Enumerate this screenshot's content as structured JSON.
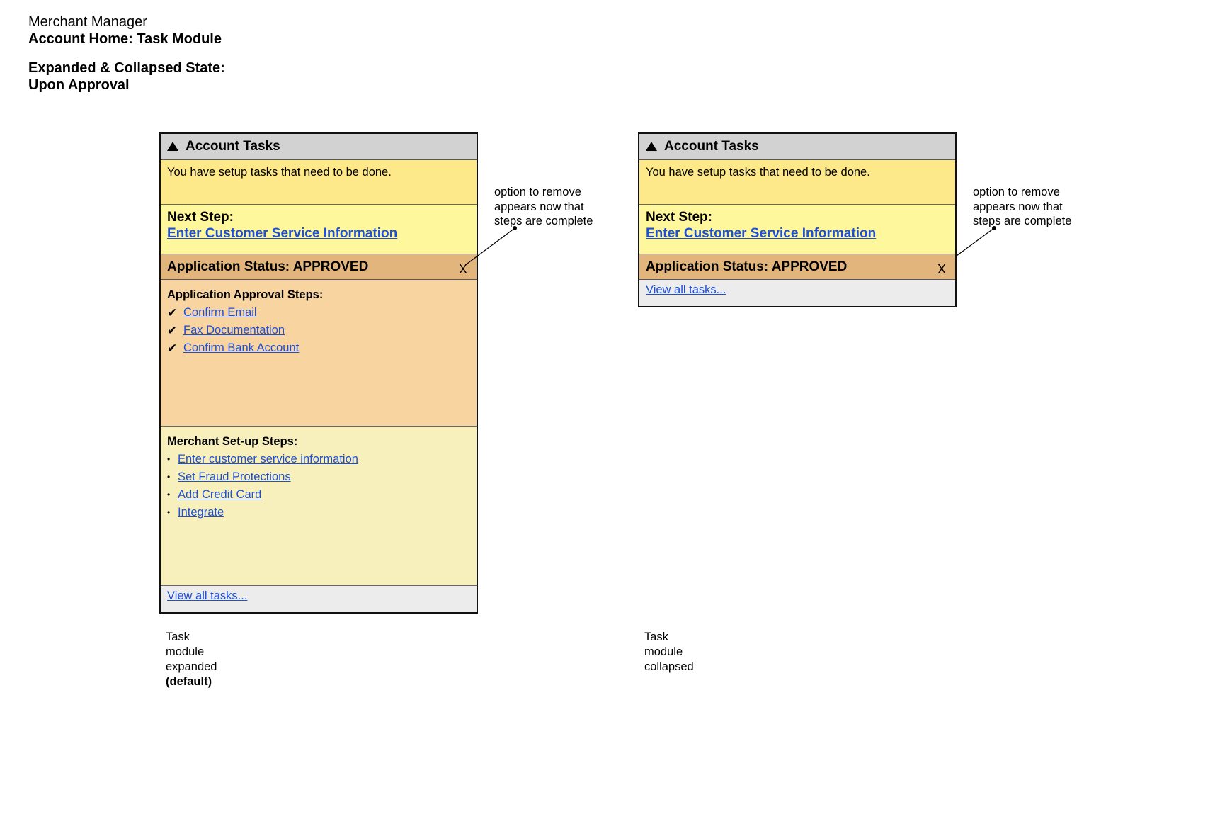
{
  "page": {
    "line1": "Merchant Manager",
    "line2": "Account Home: Task Module",
    "line3": "Expanded & Collapsed State:",
    "line4": "Upon Approval"
  },
  "module": {
    "title": "Account Tasks",
    "notice": "You have setup tasks that need to be done.",
    "next_step_label": "Next Step:",
    "next_step_link": "Enter Customer Service Information",
    "status": "Application Status: APPROVED",
    "close_label": "X",
    "approval_title": "Application Approval Steps:",
    "approval_steps": [
      "Confirm Email",
      "Fax Documentation",
      "Confirm Bank Account"
    ],
    "check_glyph": "✔",
    "merchant_title": "Merchant Set-up Steps:",
    "merchant_steps": [
      "Enter customer service information",
      "Set Fraud Protections",
      "Add Credit Card",
      "Integrate"
    ],
    "bullet_glyph": "•",
    "view_all": "View all tasks..."
  },
  "annotation": {
    "line1": "option to remove",
    "line2": "appears now that",
    "line3": "steps are complete"
  },
  "captions": {
    "expanded": [
      "Task",
      "module",
      "expanded",
      "(default)"
    ],
    "collapsed": [
      "Task",
      "module",
      "collapsed"
    ]
  }
}
